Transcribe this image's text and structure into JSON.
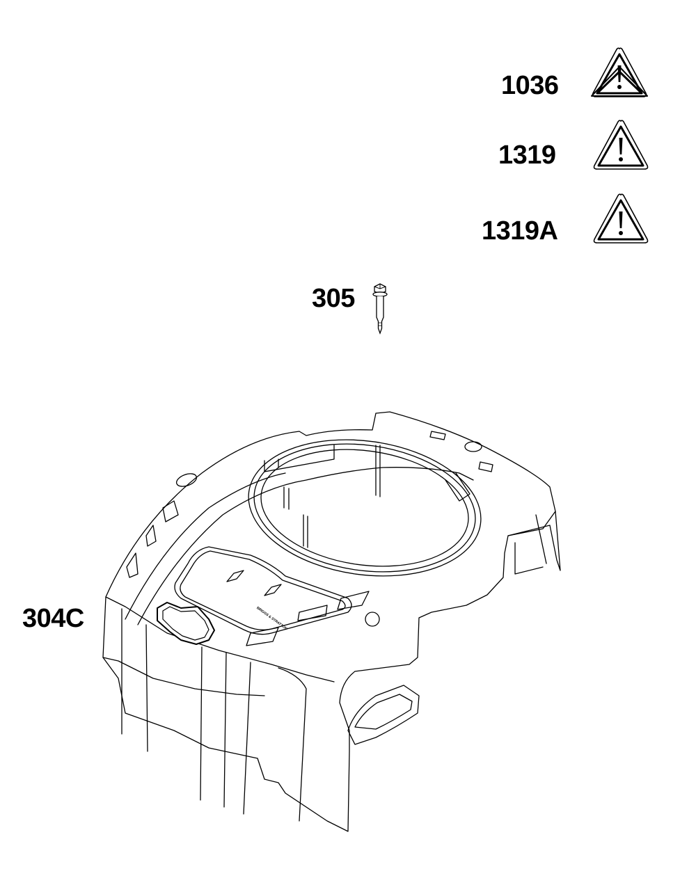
{
  "diagram": {
    "type": "exploded parts diagram",
    "background": "#ffffff",
    "line_color": "#000000"
  },
  "warnings": [
    {
      "label": "1036",
      "icon": "warning-triangle-icon"
    },
    {
      "label": "1319",
      "icon": "warning-triangle-icon"
    },
    {
      "label": "1319A",
      "icon": "warning-triangle-icon"
    }
  ],
  "parts": [
    {
      "label": "305",
      "name": "screw"
    },
    {
      "label": "304C",
      "name": "blower housing"
    }
  ],
  "logo": {
    "text": "BRIGGS & STRATTON"
  }
}
